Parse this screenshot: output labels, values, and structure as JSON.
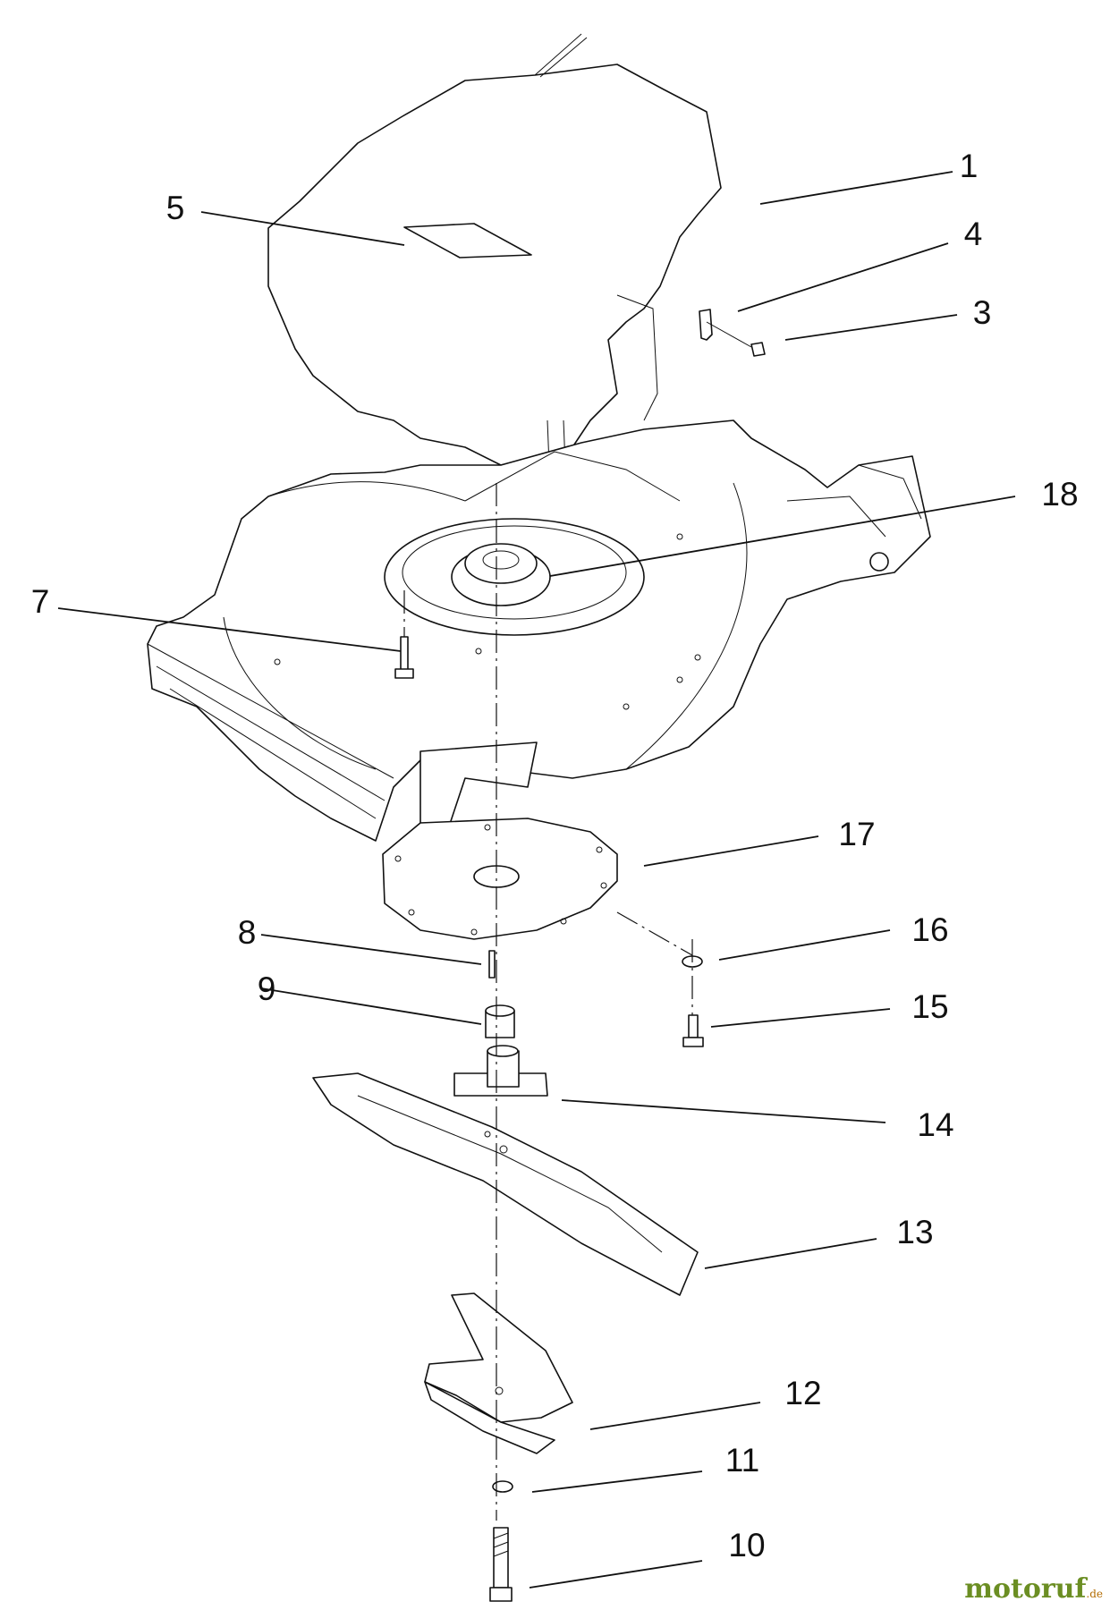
{
  "callouts": [
    {
      "id": "callout-1",
      "label": "1"
    },
    {
      "id": "callout-3",
      "label": "3"
    },
    {
      "id": "callout-4",
      "label": "4"
    },
    {
      "id": "callout-5",
      "label": "5"
    },
    {
      "id": "callout-7",
      "label": "7"
    },
    {
      "id": "callout-8",
      "label": "8"
    },
    {
      "id": "callout-9",
      "label": "9"
    },
    {
      "id": "callout-10",
      "label": "10"
    },
    {
      "id": "callout-11",
      "label": "11"
    },
    {
      "id": "callout-12",
      "label": "12"
    },
    {
      "id": "callout-13",
      "label": "13"
    },
    {
      "id": "callout-14",
      "label": "14"
    },
    {
      "id": "callout-15",
      "label": "15"
    },
    {
      "id": "callout-16",
      "label": "16"
    },
    {
      "id": "callout-17",
      "label": "17"
    },
    {
      "id": "callout-18",
      "label": "18"
    }
  ],
  "watermark": {
    "name": "motoruf",
    "suffix": ".de"
  }
}
